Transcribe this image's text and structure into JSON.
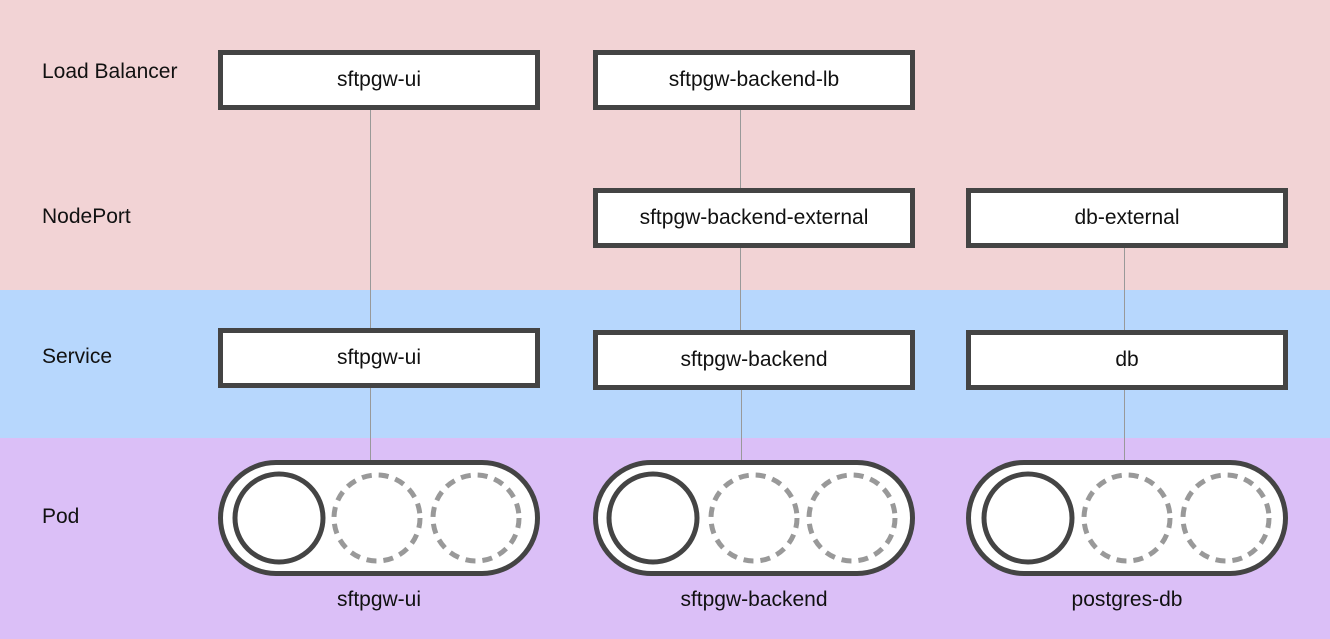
{
  "colors": {
    "load_balancer_band": "#f2d3d5",
    "service_band": "#b7d7fd",
    "pod_band": "#dbbff7",
    "box_border": "#444444",
    "connector": "#999999",
    "dashed_container": "#999999"
  },
  "tiers": {
    "load_balancer": "Load Balancer",
    "nodeport": "NodePort",
    "service": "Service",
    "pod": "Pod"
  },
  "load_balancers": {
    "ui": "sftpgw-ui",
    "backend": "sftpgw-backend-lb"
  },
  "nodeports": {
    "backend": "sftpgw-backend-external",
    "db": "db-external"
  },
  "services": {
    "ui": "sftpgw-ui",
    "backend": "sftpgw-backend",
    "db": "db"
  },
  "pods": {
    "ui": "sftpgw-ui",
    "backend": "sftpgw-backend",
    "db": "postgres-db"
  }
}
